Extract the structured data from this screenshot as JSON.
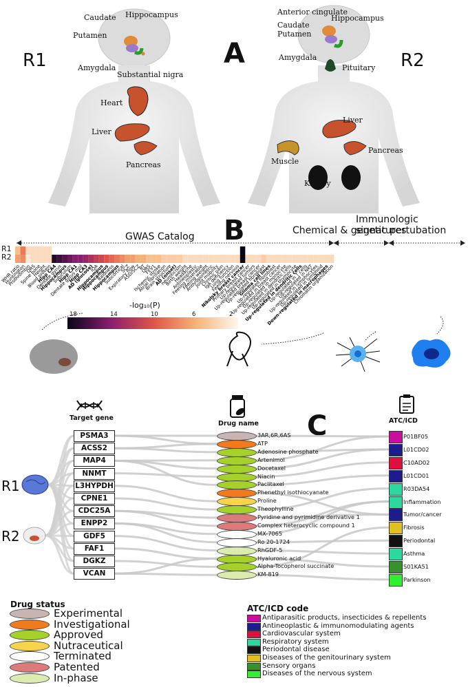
{
  "panel_a": {
    "letter": "A",
    "r1": {
      "label": "R1",
      "organs": [
        "Caudate",
        "Hippocampus",
        "Putamen",
        "Amygdala",
        "Substantial nigra",
        "Heart",
        "Liver",
        "Pancreas"
      ]
    },
    "r2": {
      "label": "R2",
      "organs": [
        "Anterior cingulate",
        "Caudate",
        "Hippocampus",
        "Putamen",
        "Amygdala",
        "Pituitary",
        "Liver",
        "Muscle",
        "Pancreas",
        "Kidney"
      ]
    }
  },
  "panel_b": {
    "letter": "B",
    "sections": [
      "GWAS Catalog",
      "Chemical & genetic pertubation",
      "Immunologic signatures"
    ],
    "row_labels": [
      "R1",
      "R2"
    ],
    "colorbar": {
      "title": "-log₁₀(P)",
      "ticks": [
        "18",
        "14",
        "10",
        "6",
        "2"
      ],
      "range": [
        0,
        20
      ]
    },
    "traits": [
      {
        "label": "WHR ratio",
        "r1": 4,
        "r2": 6,
        "bold": false
      },
      {
        "label": "Huntington",
        "r1": 8,
        "r2": 7,
        "bold": false
      },
      {
        "label": "Prothrombin",
        "r1": 2,
        "r2": 1,
        "bold": false
      },
      {
        "label": "QRS",
        "r1": 2,
        "r2": 2,
        "bold": false
      },
      {
        "label": "Spine bone",
        "r1": 2,
        "r2": 2,
        "bold": false
      },
      {
        "label": "Height",
        "r1": 2,
        "r2": 2,
        "bold": false
      },
      {
        "label": "Blood protein",
        "r1": 2,
        "r2": 2,
        "bold": false
      },
      {
        "label": "Hipp CA4",
        "r1": 0,
        "r2": 19,
        "bold": true
      },
      {
        "label": "Dentate gyrus",
        "r1": 0,
        "r2": 18,
        "bold": false
      },
      {
        "label": "Hippocampus",
        "r1": 0,
        "r2": 17,
        "bold": true
      },
      {
        "label": "Subiculum",
        "r1": 0,
        "r2": 16,
        "bold": false
      },
      {
        "label": "Hipp CA1",
        "r1": 0,
        "r2": 15,
        "bold": true
      },
      {
        "label": "Dentate gyrus mol",
        "r1": 0,
        "r2": 15,
        "bold": false
      },
      {
        "label": "Hipp CA3",
        "r1": 0,
        "r2": 14,
        "bold": true
      },
      {
        "label": "AD (glucose)",
        "r1": 0,
        "r2": 13,
        "bold": true
      },
      {
        "label": "IQA",
        "r1": 0,
        "r2": 12,
        "bold": false
      },
      {
        "label": "Hippocampus",
        "r1": 0,
        "r2": 11,
        "bold": true
      },
      {
        "label": "Hippocampus",
        "r1": 0,
        "r2": 10,
        "bold": true
      },
      {
        "label": "Baldness",
        "r1": 0,
        "r2": 9,
        "bold": false
      },
      {
        "label": "Hippocampus",
        "r1": 0,
        "r2": 8,
        "bold": true
      },
      {
        "label": "Subcortical",
        "r1": 0,
        "r2": 7,
        "bold": false
      },
      {
        "label": "SCZ",
        "r1": 0,
        "r2": 6,
        "bold": false
      },
      {
        "label": "Expiratory flow",
        "r1": 0,
        "r2": 6,
        "bold": false
      },
      {
        "label": "ASD/SCZ",
        "r1": 0,
        "r2": 5,
        "bold": false
      },
      {
        "label": "RT",
        "r1": 0,
        "r2": 5,
        "bold": false
      },
      {
        "label": "QRS",
        "r1": 0,
        "r2": 4,
        "bold": false
      },
      {
        "label": "FEV1",
        "r1": 0,
        "r2": 4,
        "bold": false
      },
      {
        "label": "Ischemic stroke",
        "r1": 0,
        "r2": 4,
        "bold": false
      },
      {
        "label": "Atrial fibrillation",
        "r1": 0,
        "r2": 3,
        "bold": false
      },
      {
        "label": "Brain structure",
        "r1": 0,
        "r2": 3,
        "bold": false
      },
      {
        "label": "AD (onset)",
        "r1": 0,
        "r2": 3,
        "bold": true
      },
      {
        "label": "neuroticism",
        "r1": 0,
        "r2": 3,
        "bold": false
      },
      {
        "label": "Birth weight",
        "r1": 0,
        "r2": 2,
        "bold": false
      },
      {
        "label": "Headache",
        "r1": 0,
        "r2": 2,
        "bold": false
      },
      {
        "label": "Antineoplastic",
        "r1": 0,
        "r2": 2,
        "bold": false
      },
      {
        "label": "Feeling miserable",
        "r1": 0,
        "r2": 2,
        "bold": false
      },
      {
        "label": "Feeling weight",
        "r1": 0,
        "r2": 2,
        "bold": false
      },
      {
        "label": "Anthropometric",
        "r1": 0,
        "r2": 2,
        "bold": false
      },
      {
        "label": "Joint mobility",
        "r1": 0,
        "r2": 2,
        "bold": false
      },
      {
        "label": "Chronic pain",
        "r1": 0,
        "r2": 2,
        "bold": false
      },
      {
        "label": "IgA deficiency",
        "r1": 0,
        "r2": 2,
        "bold": false
      },
      {
        "label": "Lung function",
        "r1": 0,
        "r2": 2,
        "bold": false
      },
      {
        "label": "Feeling nervous",
        "r1": 0,
        "r2": 2,
        "bold": false
      },
      {
        "label": "Nikolsky breast cancer",
        "r1": 20,
        "r2": 20,
        "bold": true
      },
      {
        "label": "Primary breast cancer",
        "r1": 0,
        "r2": 2,
        "bold": false
      },
      {
        "label": "Up-regulated tumors",
        "r1": 0,
        "r2": 2,
        "bold": false
      },
      {
        "label": "Up-regulated breast cancer",
        "r1": 0,
        "r2": 2,
        "bold": false
      },
      {
        "label": "Up-regulated fibroblast",
        "r1": 0,
        "r2": 3,
        "bold": false
      },
      {
        "label": "Glioma cell lines",
        "r1": 0,
        "r2": 2,
        "bold": true
      },
      {
        "label": "Up-regulated fibroblast",
        "r1": 0,
        "r2": 2,
        "bold": false
      },
      {
        "label": "Up-regulated in breast cancer",
        "r1": 0,
        "r2": 2,
        "bold": false
      },
      {
        "label": "Up-regulated in monocyte",
        "r1": 0,
        "r2": 2,
        "bold": false
      },
      {
        "label": "Up-regulated in dendritic cells",
        "r1": 0,
        "r2": 2,
        "bold": false
      },
      {
        "label": "Up-regulated in thymocyte",
        "r1": 0,
        "r2": 2,
        "bold": false
      },
      {
        "label": "Up-regulated in dendritic cells",
        "r1": 0,
        "r2": 2,
        "bold": true
      },
      {
        "label": "Up-regulated in T cells",
        "r1": 0,
        "r2": 2,
        "bold": false
      },
      {
        "label": "Up-regulated in NKT",
        "r1": 0,
        "r2": 2,
        "bold": false
      },
      {
        "label": "Up-regulated in lymphocytes",
        "r1": 0,
        "r2": 2,
        "bold": false
      },
      {
        "label": "Up-regulated in lymphoid",
        "r1": 0,
        "r2": 2,
        "bold": false
      },
      {
        "label": "Down-regulated in macrophages",
        "r1": 0,
        "r2": 2,
        "bold": true
      },
      {
        "label": "Chromatin organization",
        "r1": 0,
        "r2": 2,
        "bold": false
      }
    ]
  },
  "panel_c": {
    "letter": "C",
    "headers": {
      "gene": "Target gene",
      "drug": "Drug name",
      "atc": "ATC/ICD"
    },
    "side_labels": [
      "R1",
      "R2"
    ],
    "genes": [
      "PSMA3",
      "ACSS2",
      "MAP4",
      "NNMT",
      "L3HYPDH",
      "CPNE1",
      "CDC25A",
      "ENPP2",
      "GDF5",
      "FAF1",
      "DGKZ",
      "VCAN"
    ],
    "drugs": [
      {
        "name": "3AR,6R,6AS",
        "status": "Experimental"
      },
      {
        "name": "ATP",
        "status": "Investigational"
      },
      {
        "name": "Adenosine phosphate",
        "status": "Approved"
      },
      {
        "name": "Artenimol",
        "status": "Approved"
      },
      {
        "name": "Docetaxel",
        "status": "Approved"
      },
      {
        "name": "Niacin",
        "status": "Approved"
      },
      {
        "name": "Paclitaxel",
        "status": "Approved"
      },
      {
        "name": "Phenethyl isothiocyanate",
        "status": "Investigational"
      },
      {
        "name": "Proline",
        "status": "Nutraceutical"
      },
      {
        "name": "Theophylline",
        "status": "Approved"
      },
      {
        "name": "Pyridine and pyrimidine derivative 1",
        "status": "Patented"
      },
      {
        "name": "Complex heterocyclic compound 1",
        "status": "Patented"
      },
      {
        "name": "MX-7065",
        "status": "Terminated"
      },
      {
        "name": "Ro 20-1724",
        "status": "Terminated"
      },
      {
        "name": "RhGDF-5",
        "status": "In-phase"
      },
      {
        "name": "Hyaluronic acid",
        "status": "Approved"
      },
      {
        "name": "Alpha-Tocopherol succinate",
        "status": "Approved"
      },
      {
        "name": "KM-819",
        "status": "In-phase"
      }
    ],
    "atc": [
      {
        "label": "P01BF05",
        "color": "#c8109c"
      },
      {
        "label": "L01CD02",
        "color": "#1c1c8c"
      },
      {
        "label": "C10AD02",
        "color": "#e0103c"
      },
      {
        "label": "L01CD01",
        "color": "#1c1c8c"
      },
      {
        "label": "R03DA54",
        "color": "#2ed6a0"
      },
      {
        "label": "Inflammation",
        "color": "#2ed6a0"
      },
      {
        "label": "Tumor/cancer",
        "color": "#1c1c8c"
      },
      {
        "label": "Fibrosis",
        "color": "#e0c020"
      },
      {
        "label": "Periodontal",
        "color": "#111111"
      },
      {
        "label": "Asthma",
        "color": "#2ed6a0"
      },
      {
        "label": "S01KA51",
        "color": "#3a9030"
      },
      {
        "label": "Parkinson",
        "color": "#30f030"
      }
    ],
    "edges_gene_drug": [
      [
        0,
        0
      ],
      [
        0,
        1
      ],
      [
        1,
        1
      ],
      [
        1,
        2
      ],
      [
        2,
        3
      ],
      [
        2,
        4
      ],
      [
        2,
        6
      ],
      [
        3,
        5
      ],
      [
        4,
        8
      ],
      [
        5,
        9
      ],
      [
        6,
        10
      ],
      [
        6,
        11
      ],
      [
        7,
        13
      ],
      [
        7,
        12
      ],
      [
        8,
        14
      ],
      [
        9,
        15
      ],
      [
        10,
        16
      ],
      [
        11,
        15
      ],
      [
        11,
        17
      ]
    ],
    "edges_drug_atc": [
      [
        0,
        0
      ],
      [
        2,
        1
      ],
      [
        3,
        0
      ],
      [
        4,
        1
      ],
      [
        5,
        2
      ],
      [
        6,
        3
      ],
      [
        7,
        6
      ],
      [
        9,
        4
      ],
      [
        10,
        6
      ],
      [
        11,
        5
      ],
      [
        12,
        5
      ],
      [
        13,
        8
      ],
      [
        14,
        9
      ],
      [
        15,
        10
      ],
      [
        16,
        7
      ],
      [
        17,
        11
      ]
    ]
  },
  "drug_status": {
    "title": "Drug status",
    "items": [
      {
        "label": "Experimental",
        "color": "#c9b4b4"
      },
      {
        "label": "Investigational",
        "color": "#f07a1c"
      },
      {
        "label": "Approved",
        "color": "#a6d12a"
      },
      {
        "label": "Nutraceutical",
        "color": "#f7d44a"
      },
      {
        "label": "Terminated",
        "color": "#ffffff"
      },
      {
        "label": "Patented",
        "color": "#dc7b7b"
      },
      {
        "label": "In-phase",
        "color": "#dcecb0"
      }
    ]
  },
  "atc_code": {
    "title": "ATC/ICD code",
    "items": [
      {
        "label": "Antiparasitic products, insecticides & repellents",
        "color": "#c8109c"
      },
      {
        "label": "Antineoplastic & immunomodulating agents",
        "color": "#1c1c8c"
      },
      {
        "label": "Cardiovascular system",
        "color": "#e0103c"
      },
      {
        "label": "Respiratory system",
        "color": "#2ed6a0"
      },
      {
        "label": "Periodontal disease",
        "color": "#111111"
      },
      {
        "label": "Diseases of the genitourinary system",
        "color": "#e0c020"
      },
      {
        "label": "Sensory organs",
        "color": "#3a9030"
      },
      {
        "label": "Diseases of the nervous system",
        "color": "#30f030"
      }
    ]
  }
}
